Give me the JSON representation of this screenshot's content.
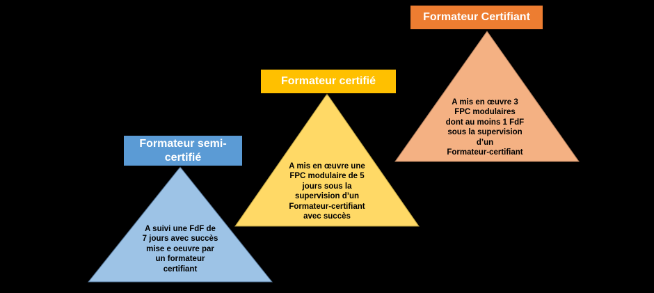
{
  "levels": [
    {
      "title": "Formateur semi-\ncertifié",
      "description": "A suivi une FdF de\n7 jours avec succès\nmise e oeuvre par\nun formateur\ncertifiant",
      "label_color": "#5b9bd5",
      "triangle_color": "#9dc3e6"
    },
    {
      "title": "Formateur certifié",
      "description": "A mis en œuvre une\nFPC modulaire de 5\njours sous la\nsupervision d’un\nFormateur-certifiant\navec succès",
      "label_color": "#ffc000",
      "triangle_color": "#ffd966"
    },
    {
      "title": "Formateur Certifiant",
      "description": "A mis en œuvre 3\nFPC modulaires\ndont au moins 1 FdF\nsous la supervision\nd’un\nFormateur-certifiant",
      "label_color": "#ed7d31",
      "triangle_color": "#f4b183"
    }
  ]
}
